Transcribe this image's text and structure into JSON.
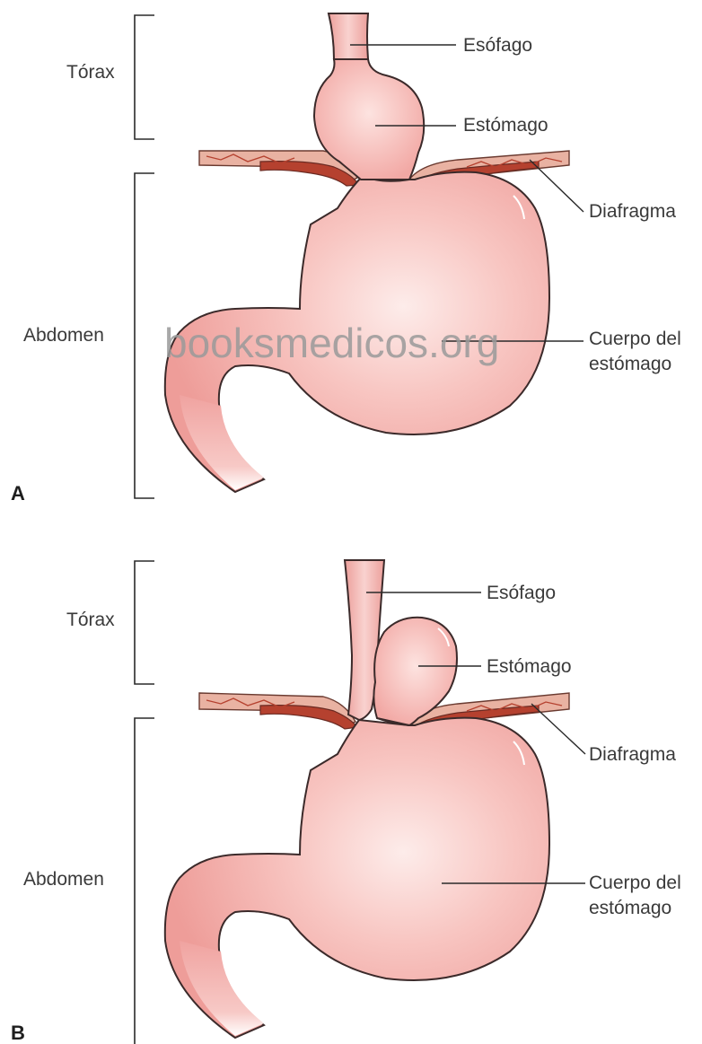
{
  "watermark": "booksmedicos.org",
  "panels": [
    {
      "letter": "A",
      "region_labels": {
        "thorax": "Tórax",
        "abdomen": "Abdomen"
      },
      "structure_labels": {
        "esophagus": "Esófago",
        "stomach_upper": "Estómago",
        "diaphragm": "Diafragma",
        "body_line1": "Cuerpo del",
        "body_line2": "estómago"
      }
    },
    {
      "letter": "B",
      "region_labels": {
        "thorax": "Tórax",
        "abdomen": "Abdomen"
      },
      "structure_labels": {
        "esophagus": "Esófago",
        "stomach_upper": "Estómago",
        "diaphragm": "Diafragma",
        "body_line1": "Cuerpo del",
        "body_line2": "estómago"
      }
    }
  ],
  "colors": {
    "stomach_fill": "#f2a8a4",
    "stomach_highlight": "#fde8e6",
    "diaphragm_muscle": "#b5412f",
    "diaphragm_fascia": "#e9b2a2",
    "outline": "#3b2a2a",
    "label_text": "#3a3a3a"
  }
}
